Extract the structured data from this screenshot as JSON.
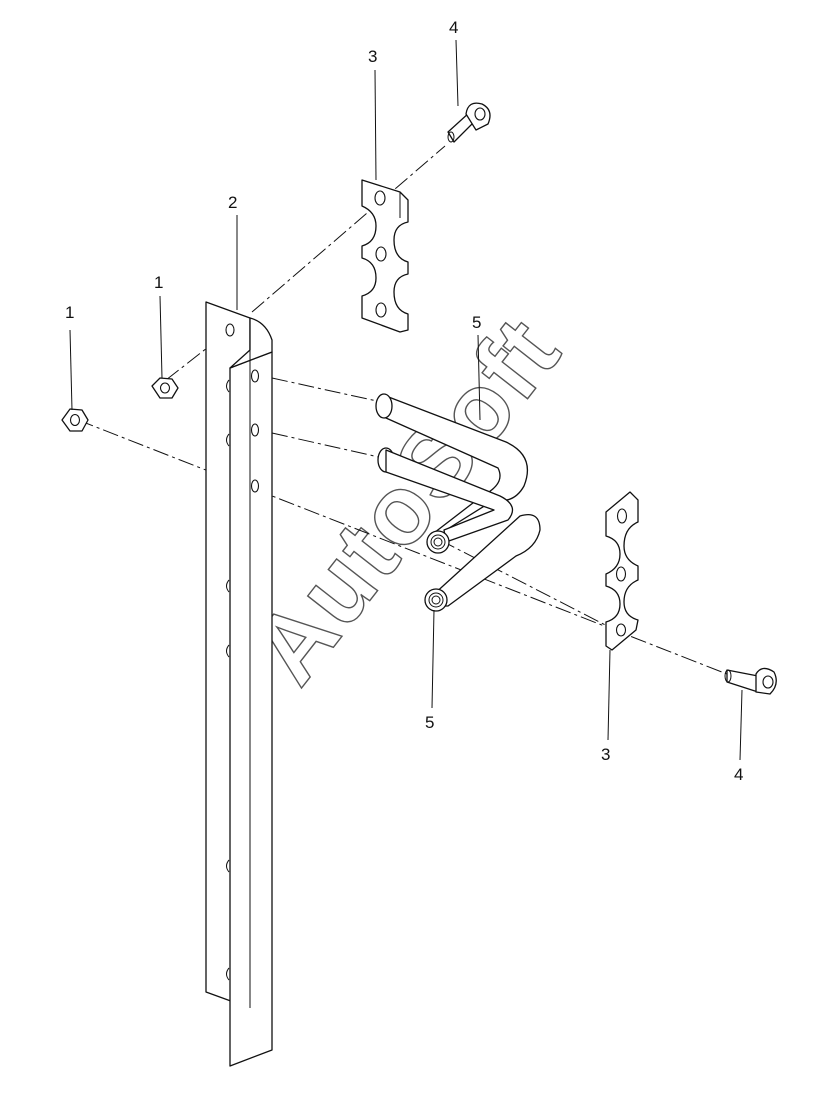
{
  "diagram": {
    "callouts": {
      "nut_left": "1",
      "nut_upper": "1",
      "bracket_rail": "2",
      "clamp_upper": "3",
      "clamp_lower": "3",
      "screw_upper": "4",
      "screw_lower": "4",
      "tube_upper": "5",
      "tube_lower": "5"
    },
    "watermark": "AutoSoft"
  }
}
